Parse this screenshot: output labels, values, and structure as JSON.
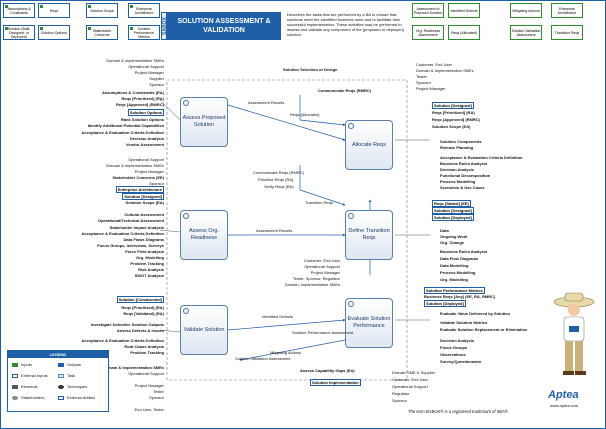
{
  "header": {
    "left_boxes": [
      {
        "label": "Assumptions & Constraints"
      },
      {
        "label": "Reqs"
      },
      {
        "label": "Solution Scope"
      },
      {
        "label": "Enterprise Architecture"
      },
      {
        "label": "Solution (Built, Designed, or Deployed)"
      },
      {
        "label": "Solution Options"
      },
      {
        "label": "Stakeholder Concerns"
      },
      {
        "label": "Solution Performance Metrics"
      }
    ],
    "ba_tab": "SABOK",
    "title": "SOLUTION ASSESSMENT & VALIDATION",
    "description": "Describes the tasks that are performed by a BA to ensure that solutions meet the identified business need and to facilitate their successful implementation. These activities may be performed to assess and validate any component of the [proposed or deployed] solution.",
    "right_boxes": [
      {
        "label": "Assessment of Proposed Solution"
      },
      {
        "label": "Identified Defects"
      },
      {
        "label": "Mitigating Actions"
      },
      {
        "label": "Enterprise Architecture"
      },
      {
        "label": "Org. Readiness Assessment"
      },
      {
        "label": "Reqs (Allocated)"
      },
      {
        "label": "Solution Validation Assessment"
      },
      {
        "label": "Transition Reqs"
      }
    ]
  },
  "tasks": {
    "assess": "Assess Proposed Solution",
    "allocate": "Allocate Reqs",
    "readiness": "Assess Org. Readiness",
    "transition": "Define Transition Reqs",
    "validate": "Validate Solution",
    "performance": "Evaluate Solution Performance"
  },
  "left_top": [
    "Domain & Implementation SMEs",
    "Operational Support",
    "Project Manager",
    "Supplier",
    "Sponsor",
    "Assumptions & Constraints (EA)",
    "Reqs [Prioritized] (RA)",
    "Reqs [Approved] (RMRC)"
  ],
  "left_top_box": "Solution Options",
  "left_top2": [
    "Rank Solution Options",
    "Identify Additional Potential Capabilities",
    "Acceptance & Evaluation Criteria Definition",
    "Decision Analysis",
    "Vendor Assessment"
  ],
  "left_mid": [
    "Operational Support",
    "Domain & Implementation SMEs",
    "Project Manager",
    "Stakeholder Concerns (EE)",
    "Sponsor"
  ],
  "left_mid_box1": "Enterprise Architecture",
  "left_mid_box2": "Solution [Designed]",
  "left_mid_after": "Solution Scope (EA)",
  "left_mid2": [
    "Cultural Assessment",
    "Operational/Technical Assessment",
    "Stakeholder Impact Analysis",
    "Acceptance & Evaluation Criteria Definition",
    "Data Flows Diagrams",
    "Focus Groups, Interviews, Surveys",
    "Force Field Analysis",
    "Org. Modelling",
    "Problem Tracking",
    "Risk Analysis",
    "SWOT Analysis"
  ],
  "left_bot_box": "Solution [Constructed]",
  "left_bot": [
    "Reqs [Prioritized] (RA)",
    "Reqs [Validated] (RA)"
  ],
  "left_bot2": [
    "Investigate Defective Solution Outputs",
    "Assess Defects & Issues",
    "Acceptance & Evaluation Criteria Definition",
    "Root Cause Analysis",
    "Problem Tracking"
  ],
  "left_bottom_stake": [
    "Domain & Implementation SMEs",
    "Operational Support",
    "Project Manager",
    "Tester",
    "Sponsor",
    "End User, Tester"
  ],
  "center_labels": {
    "assessment_results": "Assessment Results",
    "reqs_allocated": "Reqs (Allocated)",
    "communicate_reqs": "Communicate Reqs (RMRC)",
    "solution_selection": "Solution Selection or Design",
    "communicate_reqs2": "Communicate Reqs (RMRC)",
    "prioritize_reqs": "Prioritize Reqs (RA)",
    "verify_reqs": "Verify Reqs (RA)",
    "transition_reqs": "Transition Reqs",
    "assessment_results2": "Assessment Results",
    "identified_defects": "Identified Defects",
    "solution_perf_assessment": "Solution Performance Assessment",
    "mitigating_actions": "Mitigating Actions",
    "solution_validation": "Solution Validation Assessment",
    "assess_capability": "Assess Capability Gaps (EA)",
    "solution_impl": "Solution Implementation"
  },
  "center_stake": [
    "Customer, End User",
    "Operational Support",
    "Project Manager",
    "Tester, Sponsor, Regulator",
    "Domain, Implementation SMEs"
  ],
  "right_top_stake": [
    "Customer, End User",
    "Domain & Implementation SMEs",
    "Tester",
    "Sponsor",
    "Project Manager"
  ],
  "right_top_box": "Solution [Designed]",
  "right_top": [
    "Reqs [Prioritized] (RA)",
    "Reqs [Approved] (RMRC)",
    "Solution Scope (EA)"
  ],
  "right_top2": [
    "Solution Components",
    "Release Planning",
    "Acceptance & Evaluation Criteria Definition",
    "Business Rules Analysis",
    "Decision Analysis",
    "Functional Decomposition",
    "Process Modelling",
    "Scenarios & Use Cases"
  ],
  "right_mid_boxes": [
    "Reqs [Stated] (EE)",
    "Solution [Designed]",
    "Solution [Deployed]"
  ],
  "right_mid": [
    "Data",
    "Ongoing Work",
    "Org. Change",
    "Business Rules Analysis",
    "Data Flow Diagrams",
    "Data Modelling",
    "Process Modelling",
    "Org. Modelling"
  ],
  "right_bot_box1": "Solution Performance Metrics",
  "right_bot_line": "Business Reqs [Any] (EE, RA, RMRC)",
  "right_bot_box2": "Solution [Deployed]",
  "right_bot": [
    "Evaluate Value Delivered by Solution",
    "Validate Solution Metrics",
    "Evaluate Solution Replacement or Elimination",
    "Decision Analysis",
    "Focus Groups",
    "Observations",
    "Survey/Questionnaire"
  ],
  "right_bottom_stake": [
    "Domain SME & Supplier",
    "Customer, End User",
    "Operational Support",
    "Regulator",
    "Sponsor"
  ],
  "legend": {
    "title": "LEGEND",
    "items": [
      "Inputs",
      "Outputs",
      "External Inputs",
      "Task",
      "Elements",
      "Techniques",
      "Stakeholders",
      "External Artifact"
    ]
  },
  "footer": "The term BABOK® is a registered trademark of IIBA®.",
  "logo": {
    "brand": "Aptea",
    "url": "www.aptea.com"
  },
  "colors": {
    "accent": "#1f5fa8",
    "green": "#2e8b2e",
    "task_border": "#5b7fa8"
  }
}
